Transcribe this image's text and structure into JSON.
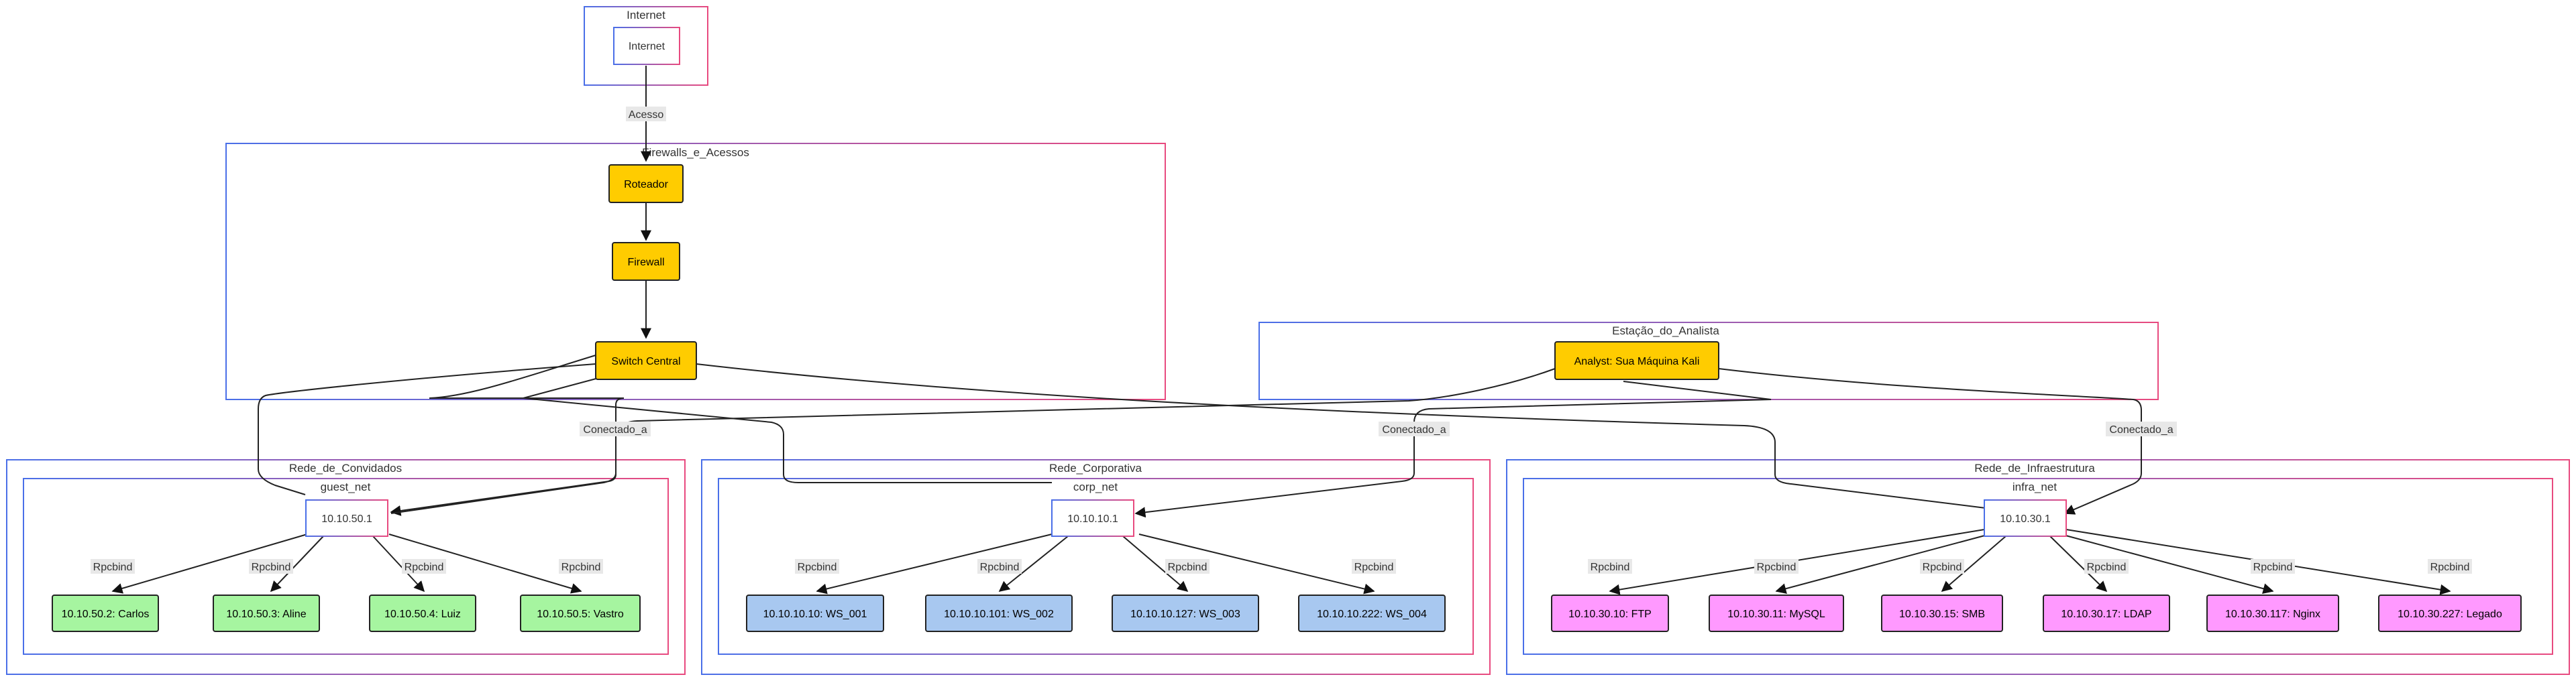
{
  "colors": {
    "cluster_stroke_start": "#4a6fe8",
    "cluster_stroke_end": "#e84a7f",
    "router_fill": "#ffcc00",
    "guest_fill": "#a6f5a0",
    "corp_fill": "#a8c8f0",
    "infra_fill": "#ff99ff",
    "edge_label_bg": "#e8e8e8"
  },
  "clusters": {
    "internet": "Internet",
    "firewalls": "Firewalls_e_Acessos",
    "estacao": "Estação_do_Analista",
    "convidados": "Rede_de_Convidados",
    "guest_net": "guest_net",
    "corporativa": "Rede_Corporativa",
    "corp_net": "corp_net",
    "infraestrutura": "Rede_de_Infraestrutura",
    "infra_net": "infra_net"
  },
  "nodes": {
    "internet": "Internet",
    "roteador": "Roteador",
    "firewall": "Firewall",
    "switch": "Switch Central",
    "analyst": "Analyst: Sua Máquina Kali",
    "guest_gw": "10.10.50.1",
    "corp_gw": "10.10.10.1",
    "infra_gw": "10.10.30.1",
    "guest_hosts": [
      "10.10.50.2: Carlos",
      "10.10.50.3: Aline",
      "10.10.50.4: Luiz",
      "10.10.50.5: Vastro"
    ],
    "corp_hosts": [
      "10.10.10.10: WS_001",
      "10.10.10.101: WS_002",
      "10.10.10.127: WS_003",
      "10.10.10.222: WS_004"
    ],
    "infra_hosts": [
      "10.10.30.10: FTP",
      "10.10.30.11: MySQL",
      "10.10.30.15: SMB",
      "10.10.30.17: LDAP",
      "10.10.30.117: Nginx",
      "10.10.30.227: Legado"
    ]
  },
  "edge_labels": {
    "acesso": "Acesso",
    "conectado": "Conectado_a",
    "rpcbind": "Rpcbind"
  }
}
